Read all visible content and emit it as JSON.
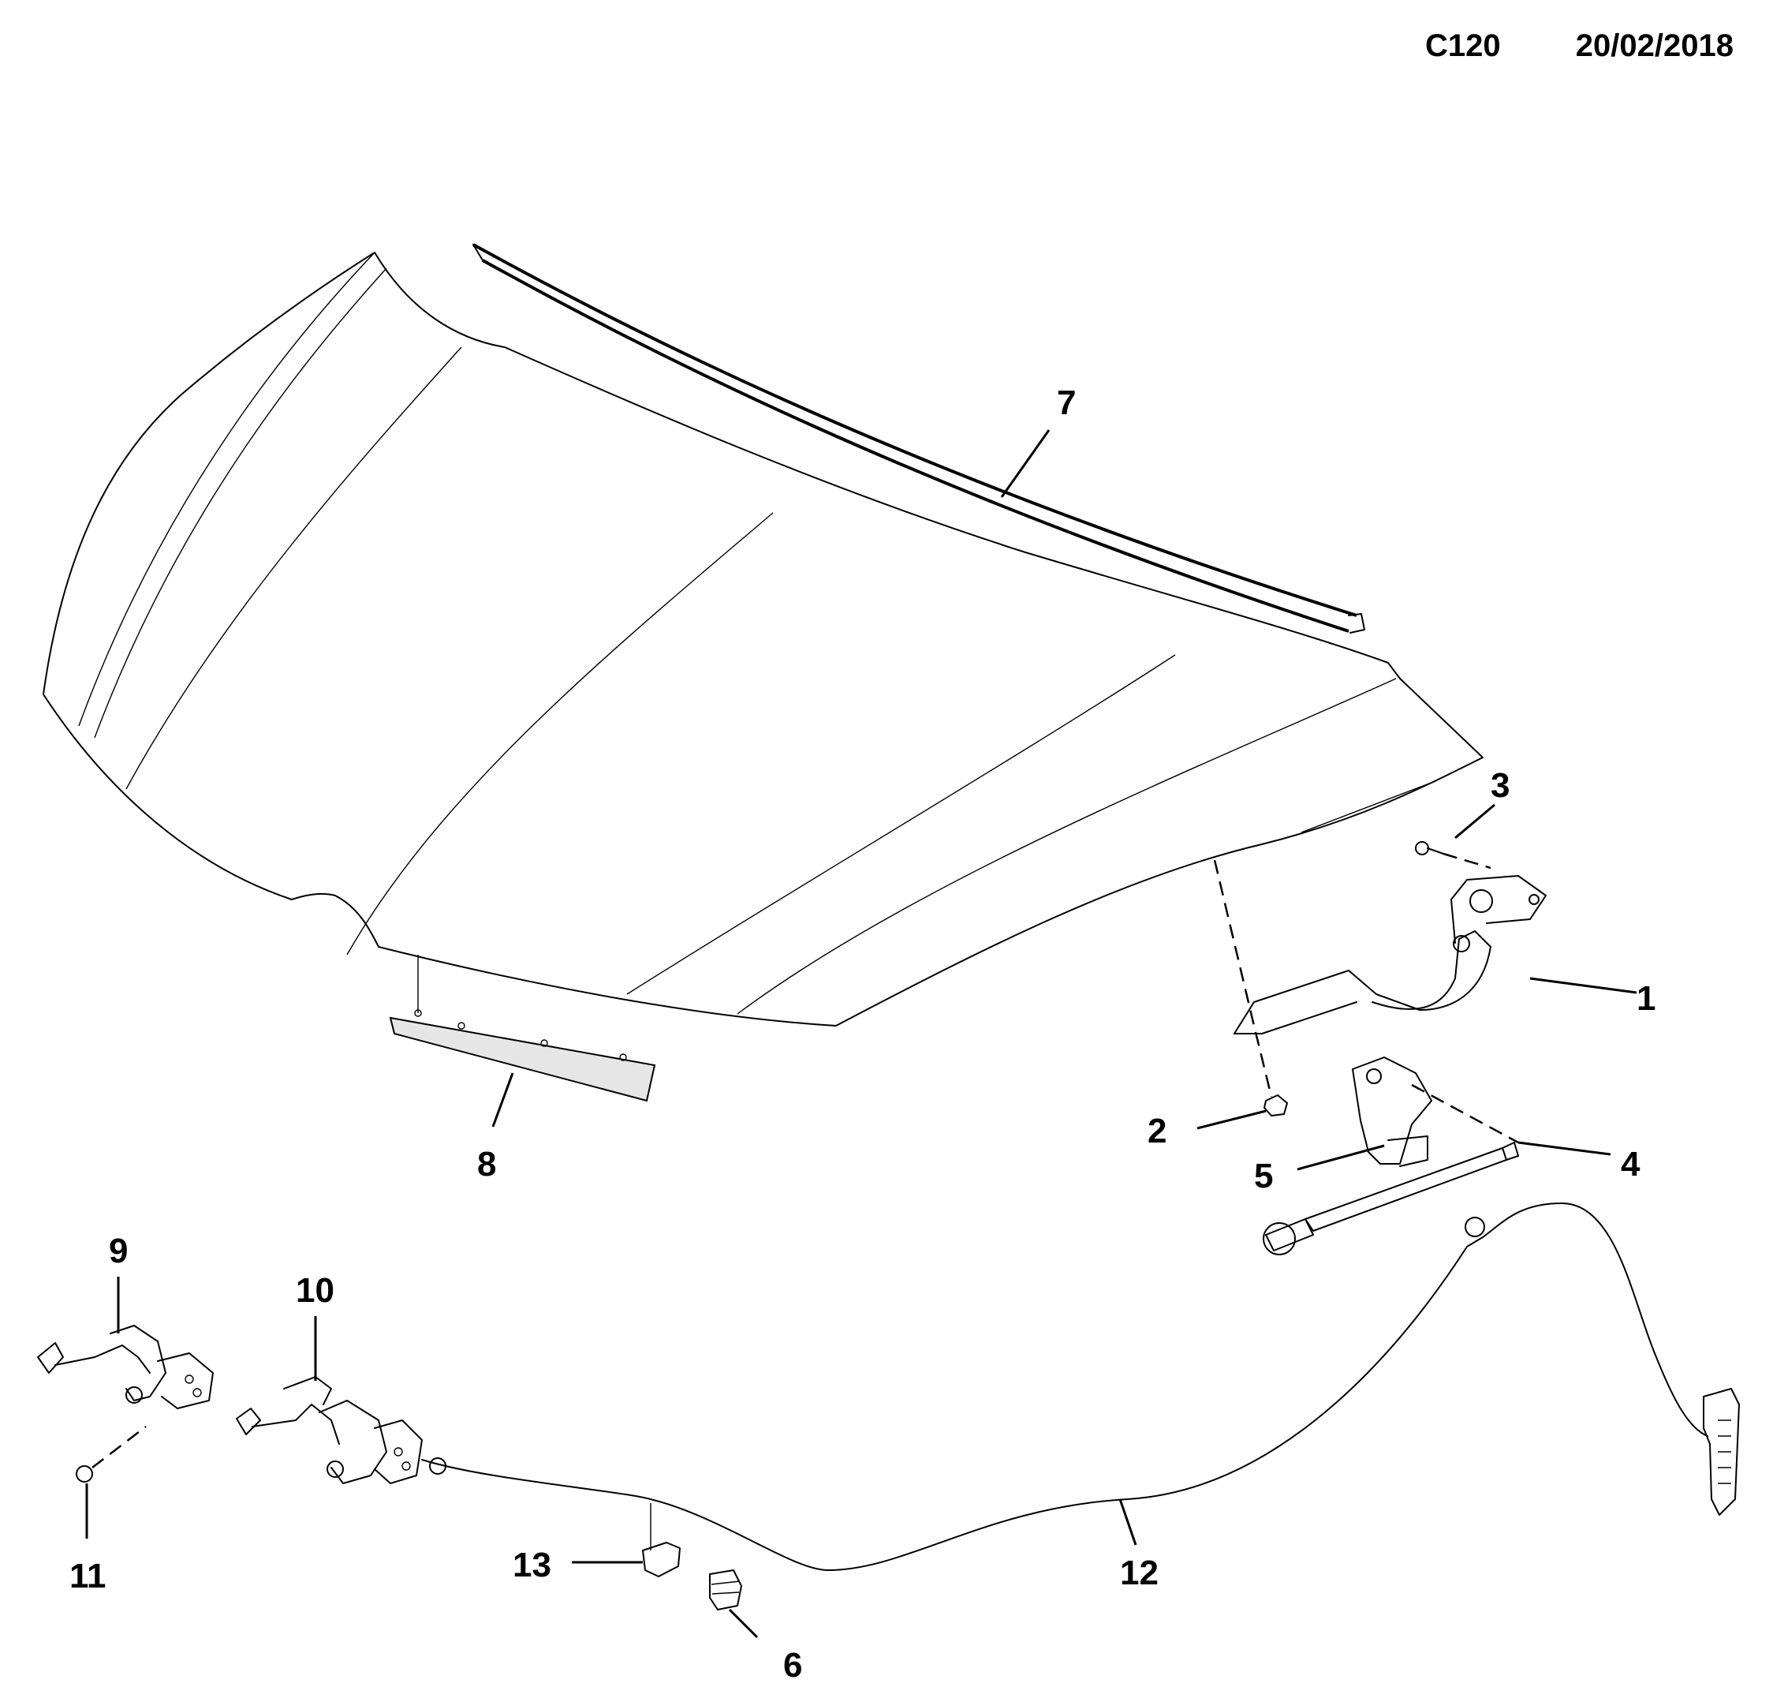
{
  "header": {
    "code": "C120",
    "date": "20/02/2018"
  },
  "callouts": {
    "c1": "1",
    "c2": "2",
    "c3": "3",
    "c4": "4",
    "c5": "5",
    "c6": "6",
    "c7": "7",
    "c8": "8",
    "c9": "9",
    "c10": "10",
    "c11": "11",
    "c12": "12",
    "c13": "13"
  }
}
